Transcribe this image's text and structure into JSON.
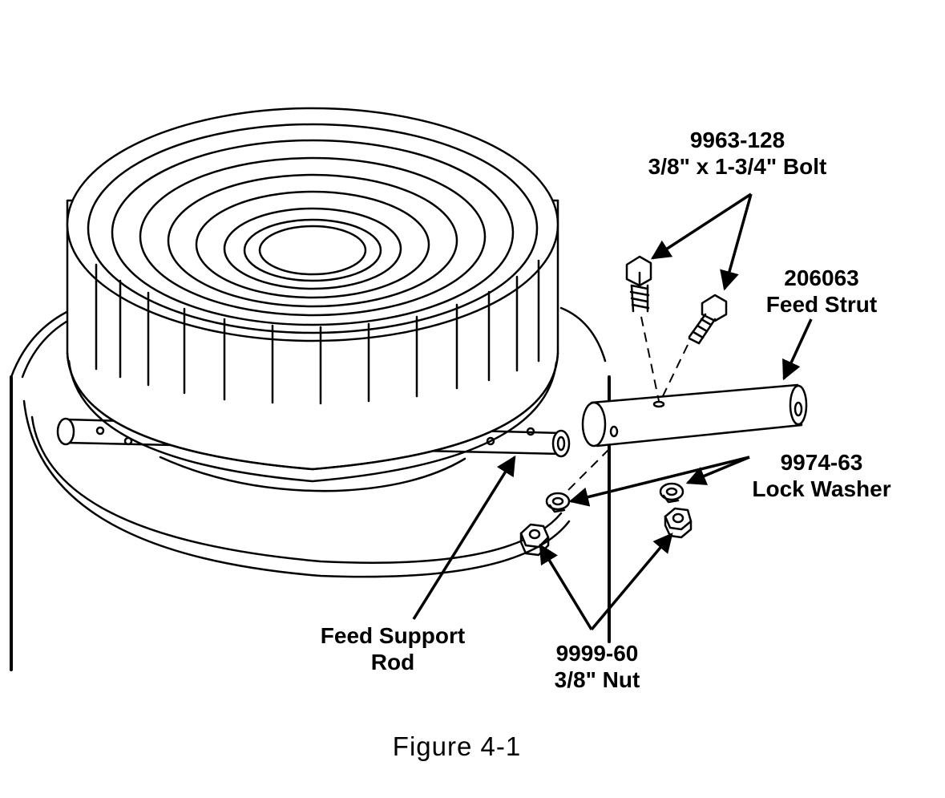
{
  "labels": {
    "bolt_part_number": "9963-128",
    "bolt_description": "3/8\" x 1-3/4\" Bolt",
    "strut_part_number": "206063",
    "strut_description": "Feed Strut",
    "washer_part_number": "9974-63",
    "washer_description": "Lock Washer",
    "nut_part_number": "9999-60",
    "nut_description": "3/8\" Nut",
    "rod_line_1": "Feed Support",
    "rod_line_2": "Rod"
  },
  "caption": "Figure 4-1",
  "colors": {
    "ink": "#000000",
    "paper": "#ffffff"
  }
}
